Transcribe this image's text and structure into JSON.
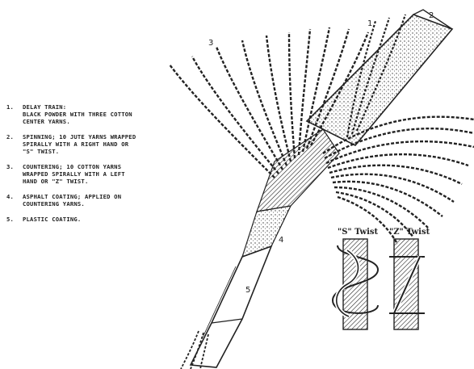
{
  "legend": [
    {
      "number": "1.",
      "text": "DELAY TRAIN:\nBLACK POWDER WITH THREE COTTON\nCENTER YARNS."
    },
    {
      "number": "2.",
      "text": "SPINNING; 10 JUTE YARNS WRAPPED\nSPIRALLY WITH A RIGHT HAND OR\n\"S\" TWIST."
    },
    {
      "number": "3.",
      "text": "COUNTERING; 10 COTTON YARNS\nWRAPPED SPIRALLY WITH A LEFT\nHAND OR \"Z\" TWIST."
    },
    {
      "number": "4.",
      "text": "ASPHALT COATING; APPLIED ON\nCOUNTERING YARNS."
    },
    {
      "number": "5.",
      "text": "PLASTIC COATING."
    }
  ],
  "callouts": {
    "one": "1",
    "two": "2",
    "three": "3",
    "four": "4",
    "five": "5"
  },
  "twist_labels": {
    "s": "\"S\" Twist",
    "z": "\"Z\" Twist"
  },
  "colors": {
    "ink": "#222222",
    "paper": "#ffffff"
  }
}
